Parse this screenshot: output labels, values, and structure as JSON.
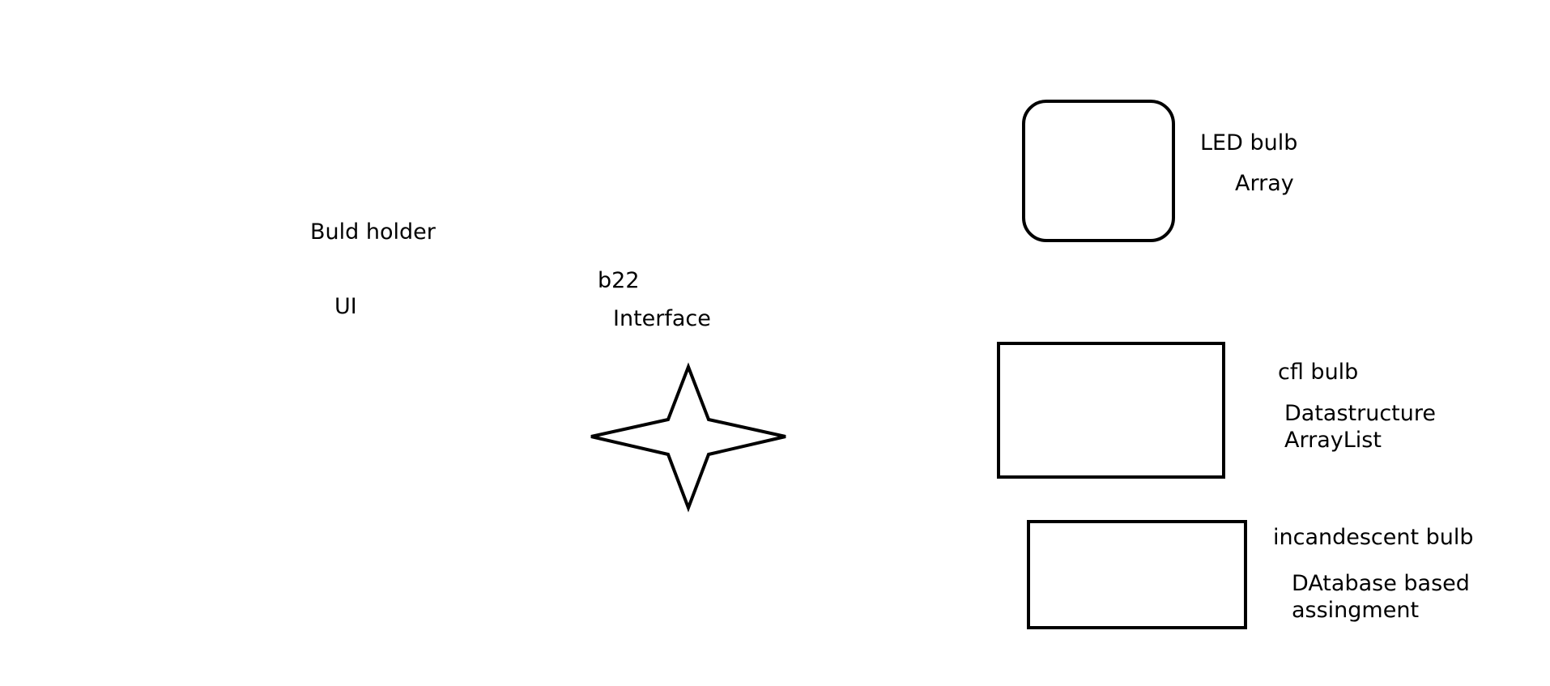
{
  "colors": {
    "background": "#ffffff",
    "stroke": "#000000",
    "text": "#000000"
  },
  "holder": {
    "title": "Buld holder",
    "subtitle": "UI"
  },
  "interface": {
    "title": "b22",
    "subtitle": "Interface",
    "shape": "four-point-star"
  },
  "bulbs": {
    "led": {
      "title": "LED bulb",
      "subtitle": "Array",
      "shape": "rounded-rectangle"
    },
    "cfl": {
      "title": "cfl bulb",
      "line1": "Datastructure",
      "line2": "ArrayList",
      "shape": "rectangle"
    },
    "incandescent": {
      "title": "incandescent bulb",
      "line1": "DAtabase based",
      "line2": "assingment",
      "shape": "rectangle"
    }
  }
}
